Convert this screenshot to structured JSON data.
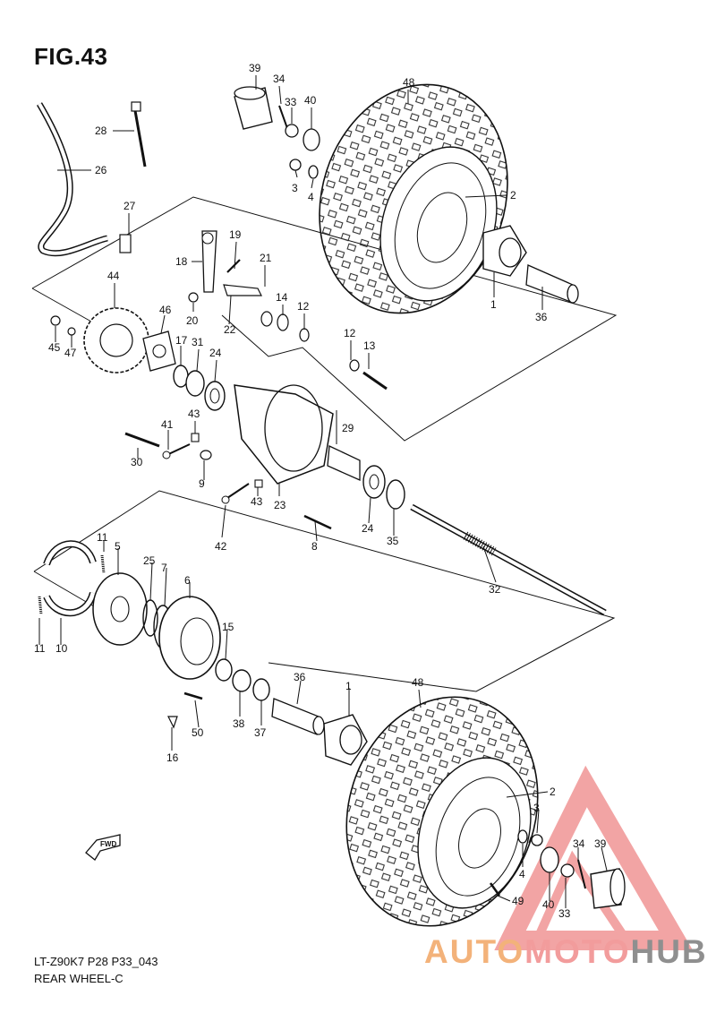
{
  "figure": {
    "title": "FIG.43"
  },
  "footer": {
    "model_code": "LT-Z90K7 P28 P33_043",
    "subtitle": "REAR WHEEL-C"
  },
  "fwd_label": "FWD",
  "watermark": {
    "part1": "AUTO",
    "part2": "MOTO",
    "part3": "HUB",
    "colors": [
      "#f3b27a",
      "#f29c9c",
      "#8f8f8f"
    ]
  },
  "callouts": {
    "c39a": "39",
    "c34a": "34",
    "c33a": "33",
    "c40a": "40",
    "c48a": "48",
    "c3a": "3",
    "c4a": "4",
    "c2a": "2",
    "c28": "28",
    "c26": "26",
    "c27": "27",
    "c19": "19",
    "c18": "18",
    "c21": "21",
    "c14": "14",
    "c12a": "12",
    "c20": "20",
    "c22": "22",
    "c1a": "1",
    "c36a": "36",
    "c44": "44",
    "c46": "46",
    "c45": "45",
    "c47": "47",
    "c17": "17",
    "c31": "31",
    "c24a": "24",
    "c12b": "12",
    "c13": "13",
    "c41": "41",
    "c43a": "43",
    "c30": "30",
    "c29": "29",
    "c9": "9",
    "c43b": "43",
    "c23": "23",
    "c24b": "24",
    "c35": "35",
    "c42": "42",
    "c8": "8",
    "c32": "32",
    "c11a": "11",
    "c5": "5",
    "c25": "25",
    "c7": "7",
    "c6": "6",
    "c11b": "11",
    "c10": "10",
    "c15": "15",
    "c36b": "36",
    "c1b": "1",
    "c48b": "48",
    "c38": "38",
    "c37": "37",
    "c50": "50",
    "c16": "16",
    "c2b": "2",
    "c3b": "3",
    "c4b": "4",
    "c34b": "34",
    "c39b": "39",
    "c40b": "40",
    "c33b": "33",
    "c49": "49"
  }
}
